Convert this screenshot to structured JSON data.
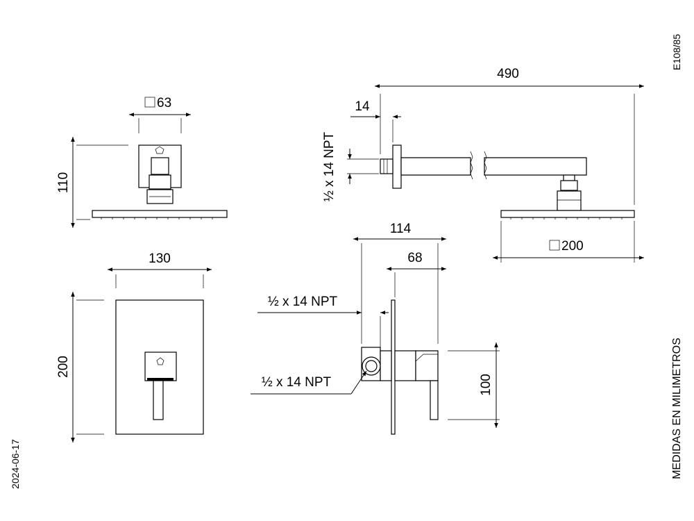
{
  "labels": {
    "shower_square": "63",
    "shower_height": "110",
    "arm_length": "490",
    "arm_wall": "14",
    "arm_thread": "½ x 14 NPT",
    "rain_head": "200",
    "valve_depth_total": "114",
    "valve_depth_handle": "68",
    "plate_width": "130",
    "plate_height": "200",
    "valve_thread_top": "½ x 14 NPT",
    "valve_thread_bottom": "½ x 14 NPT",
    "valve_height": "100",
    "doc_code": "E108/85",
    "date": "2024-06-17",
    "units_note": "MEDIDAS EN MILIMETROS"
  }
}
